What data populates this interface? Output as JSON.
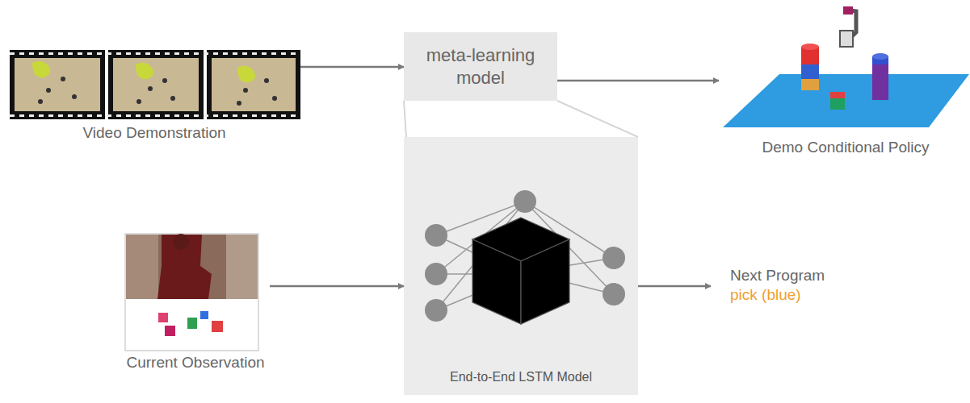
{
  "diagram": {
    "nodes": [
      {
        "text": [
          "Video Demonstration"
        ]
      },
      {
        "text": [
          "meta-learning model"
        ]
      },
      {
        "text": [
          "Demo Conditional Policy"
        ]
      },
      {
        "text": [
          "Current Observation"
        ]
      },
      {
        "text": [
          "End-to-End LSTM Model"
        ]
      },
      {
        "text": [
          "Next Program",
          "pick (blue)"
        ]
      }
    ],
    "edges": [
      {
        "from": 0,
        "to": 1,
        "arrow": "to"
      },
      {
        "from": 1,
        "to": 2,
        "arrow": "to"
      },
      {
        "from": 3,
        "to": 4,
        "arrow": "to"
      },
      {
        "from": 4,
        "to": 5,
        "arrow": "to"
      }
    ]
  }
}
